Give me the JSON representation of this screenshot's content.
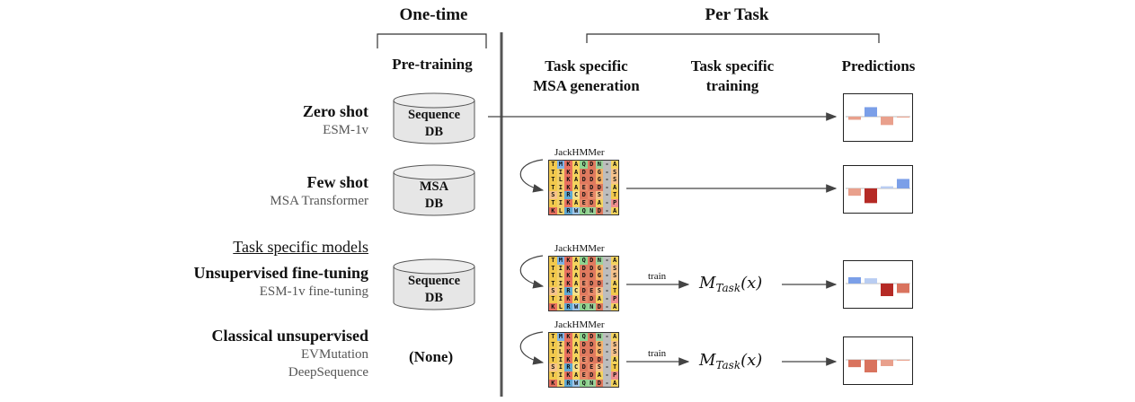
{
  "headers": {
    "one_time": "One-time",
    "per_task": "Per Task",
    "pretraining": "Pre-training",
    "msa_gen_line1": "Task specific",
    "msa_gen_line2": "MSA generation",
    "training_line1": "Task specific",
    "training_line2": "training",
    "predictions": "Predictions"
  },
  "rows": [
    {
      "title": "Zero shot",
      "subtitle": "ESM-1v",
      "db_line1": "Sequence",
      "db_line2": "DB"
    },
    {
      "title": "Few shot",
      "subtitle": "MSA Transformer",
      "db_line1": "MSA",
      "db_line2": "DB"
    },
    {
      "title": "Unsupervised fine-tuning",
      "subtitle": "ESM-1v fine-tuning",
      "db_line1": "Sequence",
      "db_line2": "DB"
    },
    {
      "title": "Classical unsupervised",
      "subtitle_line1": "EVMutation",
      "subtitle_line2": "DeepSequence",
      "none_label": "(None)"
    }
  ],
  "task_specific_models": "Task specific models",
  "jackhmmer": "JackHMMer",
  "train_label": "train",
  "mtask": {
    "m": "M",
    "sub": "Task",
    "arg": "(x)"
  },
  "msa_rows": [
    "TMKAQDN-A",
    "TIKADDG-S",
    "TLKADDG-S",
    "TIKAEDD-A",
    "SIRCDES-T",
    "TIKAEDA-P",
    "KLRWQND-A"
  ],
  "colors": {
    "blue": "#7b9fe8",
    "light_blue": "#b9cdf2",
    "salmon": "#e9a08c",
    "coral": "#d9735e",
    "dark_red": "#b52a25"
  },
  "predictions": [
    [
      {
        "v": -0.15,
        "c": "salmon"
      },
      {
        "v": 0.45,
        "c": "blue"
      },
      {
        "v": -0.4,
        "c": "salmon"
      },
      {
        "v": -0.04,
        "c": "salmon"
      }
    ],
    [
      {
        "v": -0.35,
        "c": "salmon"
      },
      {
        "v": -0.7,
        "c": "dark_red"
      },
      {
        "v": 0.1,
        "c": "light_blue"
      },
      {
        "v": 0.45,
        "c": "blue"
      }
    ],
    [
      {
        "v": 0.3,
        "c": "blue"
      },
      {
        "v": 0.25,
        "c": "light_blue"
      },
      {
        "v": -0.6,
        "c": "dark_red"
      },
      {
        "v": -0.45,
        "c": "coral"
      }
    ],
    [
      {
        "v": -0.35,
        "c": "coral"
      },
      {
        "v": -0.6,
        "c": "coral"
      },
      {
        "v": -0.3,
        "c": "salmon"
      },
      {
        "v": -0.02,
        "c": "salmon"
      }
    ]
  ]
}
